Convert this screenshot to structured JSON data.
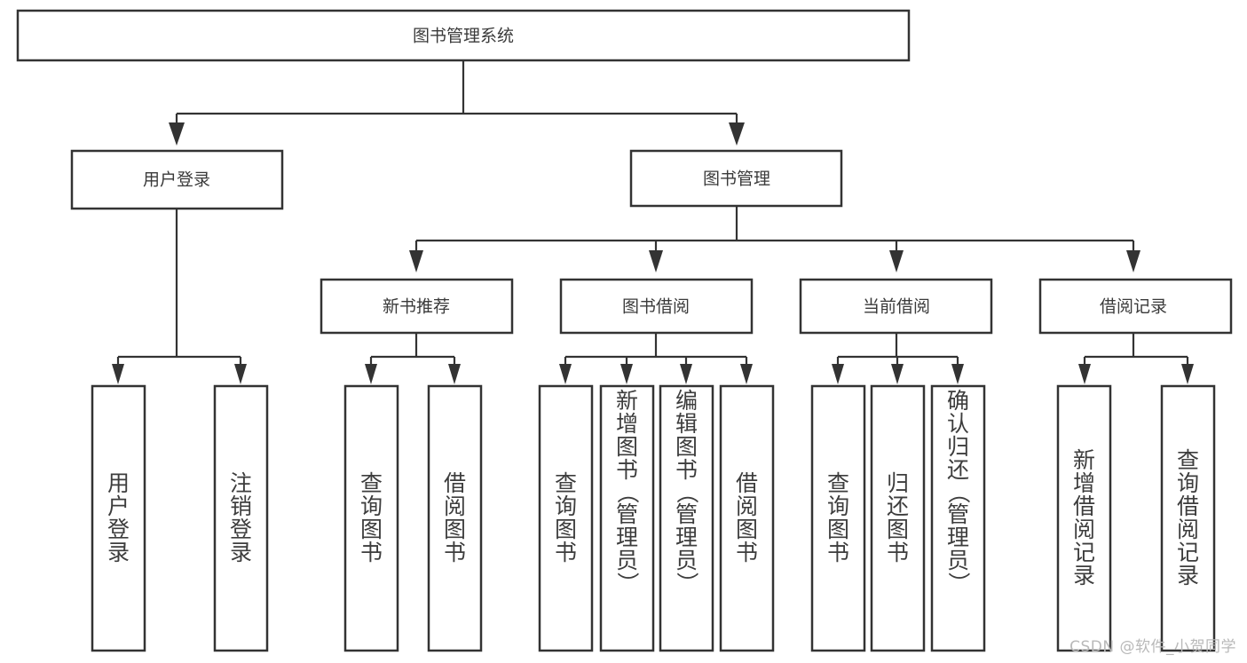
{
  "diagram": {
    "title": "图书管理系统",
    "type": "tree-hierarchy-diagram",
    "colors": {
      "box_stroke": "#333333",
      "box_fill": "#ffffff",
      "text": "#3a3a3a",
      "background": "#ffffff",
      "watermark": "#b9b9b9"
    },
    "root": {
      "label": "图书管理系统"
    },
    "level1": [
      {
        "label": "用户登录"
      },
      {
        "label": "图书管理"
      }
    ],
    "level2": [
      {
        "label": "新书推荐"
      },
      {
        "label": "图书借阅"
      },
      {
        "label": "当前借阅"
      },
      {
        "label": "借阅记录"
      }
    ],
    "leaves": {
      "user_login": [
        {
          "label": "用户登录"
        },
        {
          "label": "注销登录"
        }
      ],
      "new_book_recommend": [
        {
          "label": "查询图书"
        },
        {
          "label": "借阅图书"
        }
      ],
      "book_borrow": [
        {
          "label": "查询图书"
        },
        {
          "label": "新增图书（管理员）"
        },
        {
          "label": "编辑图书（管理员）"
        },
        {
          "label": "借阅图书"
        }
      ],
      "current_borrow": [
        {
          "label": "查询图书"
        },
        {
          "label": "归还图书"
        },
        {
          "label": "确认归还（管理员）"
        }
      ],
      "borrow_record": [
        {
          "label": "新增借阅记录"
        },
        {
          "label": "查询借阅记录"
        }
      ]
    }
  },
  "watermark": {
    "text": "CSDN @软件_小贺同学"
  }
}
